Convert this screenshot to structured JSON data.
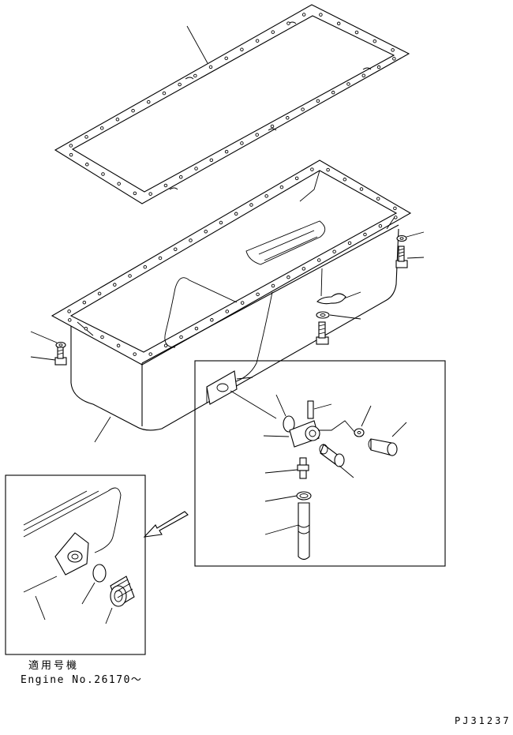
{
  "labels": {
    "applicability": "適用号機",
    "engine_number": "Engine No.26170～",
    "drawing_code": "PJ31237"
  },
  "parts": [
    {
      "name": "oil-pan-gasket"
    },
    {
      "name": "oil-pan"
    },
    {
      "name": "washer"
    },
    {
      "name": "bolt"
    },
    {
      "name": "clip"
    },
    {
      "name": "gauge-guide"
    },
    {
      "name": "gasket"
    },
    {
      "name": "plug"
    },
    {
      "name": "gauge-pipe"
    }
  ]
}
